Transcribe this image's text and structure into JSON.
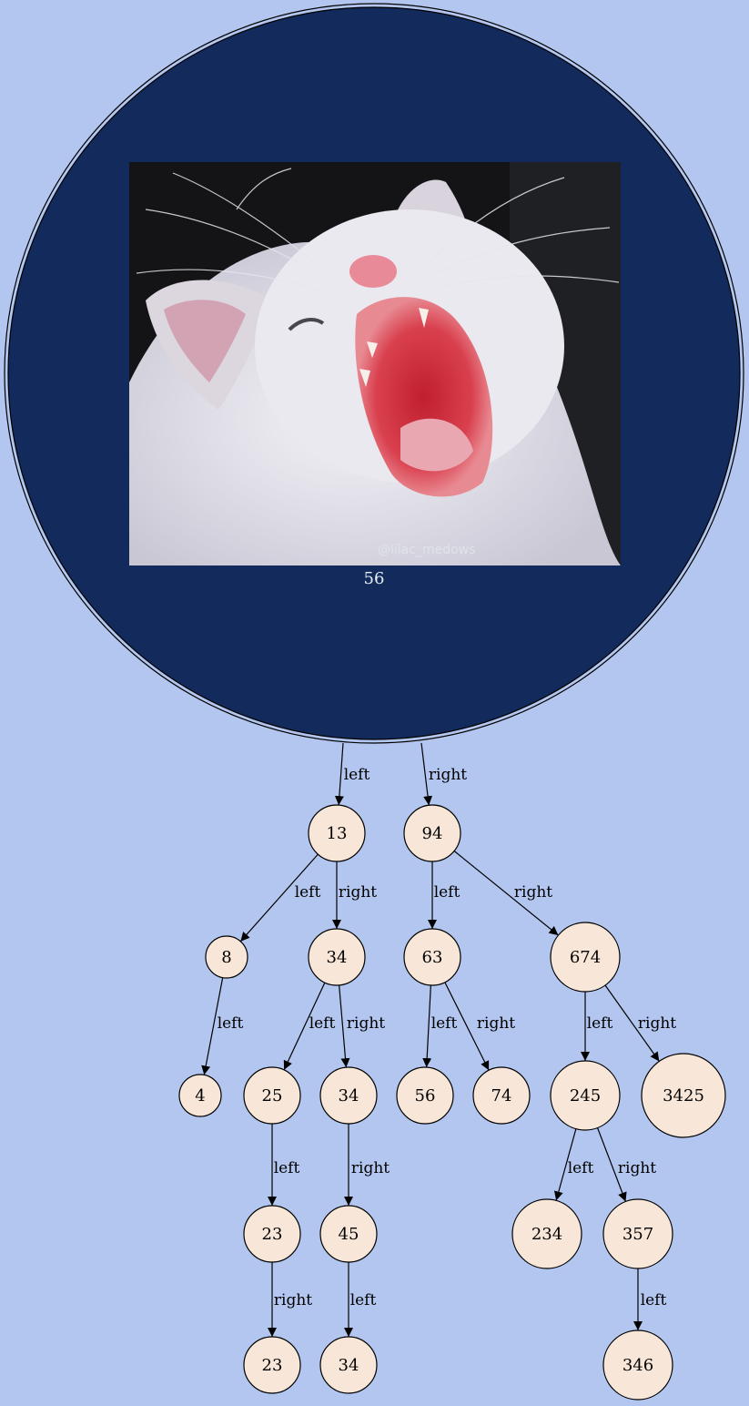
{
  "colors": {
    "background": "#b3c6ef",
    "root_fill": "#122a5c",
    "node_fill": "#f8e7d9",
    "stroke": "#000000"
  },
  "root": {
    "id": "n0",
    "value": "56",
    "photo": {
      "subject": "white kitten yawning with mouth wide open",
      "watermark": "@lilac_medows"
    }
  },
  "nodes": [
    {
      "id": "n1",
      "value": "13"
    },
    {
      "id": "n2",
      "value": "94"
    },
    {
      "id": "n3",
      "value": "8"
    },
    {
      "id": "n4",
      "value": "34"
    },
    {
      "id": "n5",
      "value": "63"
    },
    {
      "id": "n6",
      "value": "674"
    },
    {
      "id": "n7",
      "value": "4"
    },
    {
      "id": "n8",
      "value": "25"
    },
    {
      "id": "n9",
      "value": "34"
    },
    {
      "id": "n10",
      "value": "56"
    },
    {
      "id": "n11",
      "value": "74"
    },
    {
      "id": "n12",
      "value": "245"
    },
    {
      "id": "n13",
      "value": "3425"
    },
    {
      "id": "n14",
      "value": "23"
    },
    {
      "id": "n15",
      "value": "45"
    },
    {
      "id": "n16",
      "value": "234"
    },
    {
      "id": "n17",
      "value": "357"
    },
    {
      "id": "n18",
      "value": "23"
    },
    {
      "id": "n19",
      "value": "34"
    },
    {
      "id": "n20",
      "value": "346"
    }
  ],
  "edges": [
    {
      "from": "n0",
      "to": "n1",
      "label": "left"
    },
    {
      "from": "n0",
      "to": "n2",
      "label": "right"
    },
    {
      "from": "n1",
      "to": "n3",
      "label": "left"
    },
    {
      "from": "n1",
      "to": "n4",
      "label": "right"
    },
    {
      "from": "n2",
      "to": "n5",
      "label": "left"
    },
    {
      "from": "n2",
      "to": "n6",
      "label": "right"
    },
    {
      "from": "n3",
      "to": "n7",
      "label": "left"
    },
    {
      "from": "n4",
      "to": "n8",
      "label": "left"
    },
    {
      "from": "n4",
      "to": "n9",
      "label": "right"
    },
    {
      "from": "n5",
      "to": "n10",
      "label": "left"
    },
    {
      "from": "n5",
      "to": "n11",
      "label": "right"
    },
    {
      "from": "n6",
      "to": "n12",
      "label": "left"
    },
    {
      "from": "n6",
      "to": "n13",
      "label": "right"
    },
    {
      "from": "n8",
      "to": "n14",
      "label": "left"
    },
    {
      "from": "n9",
      "to": "n15",
      "label": "right"
    },
    {
      "from": "n12",
      "to": "n16",
      "label": "left"
    },
    {
      "from": "n12",
      "to": "n17",
      "label": "right"
    },
    {
      "from": "n14",
      "to": "n18",
      "label": "right"
    },
    {
      "from": "n15",
      "to": "n19",
      "label": "left"
    },
    {
      "from": "n17",
      "to": "n20",
      "label": "left"
    }
  ]
}
